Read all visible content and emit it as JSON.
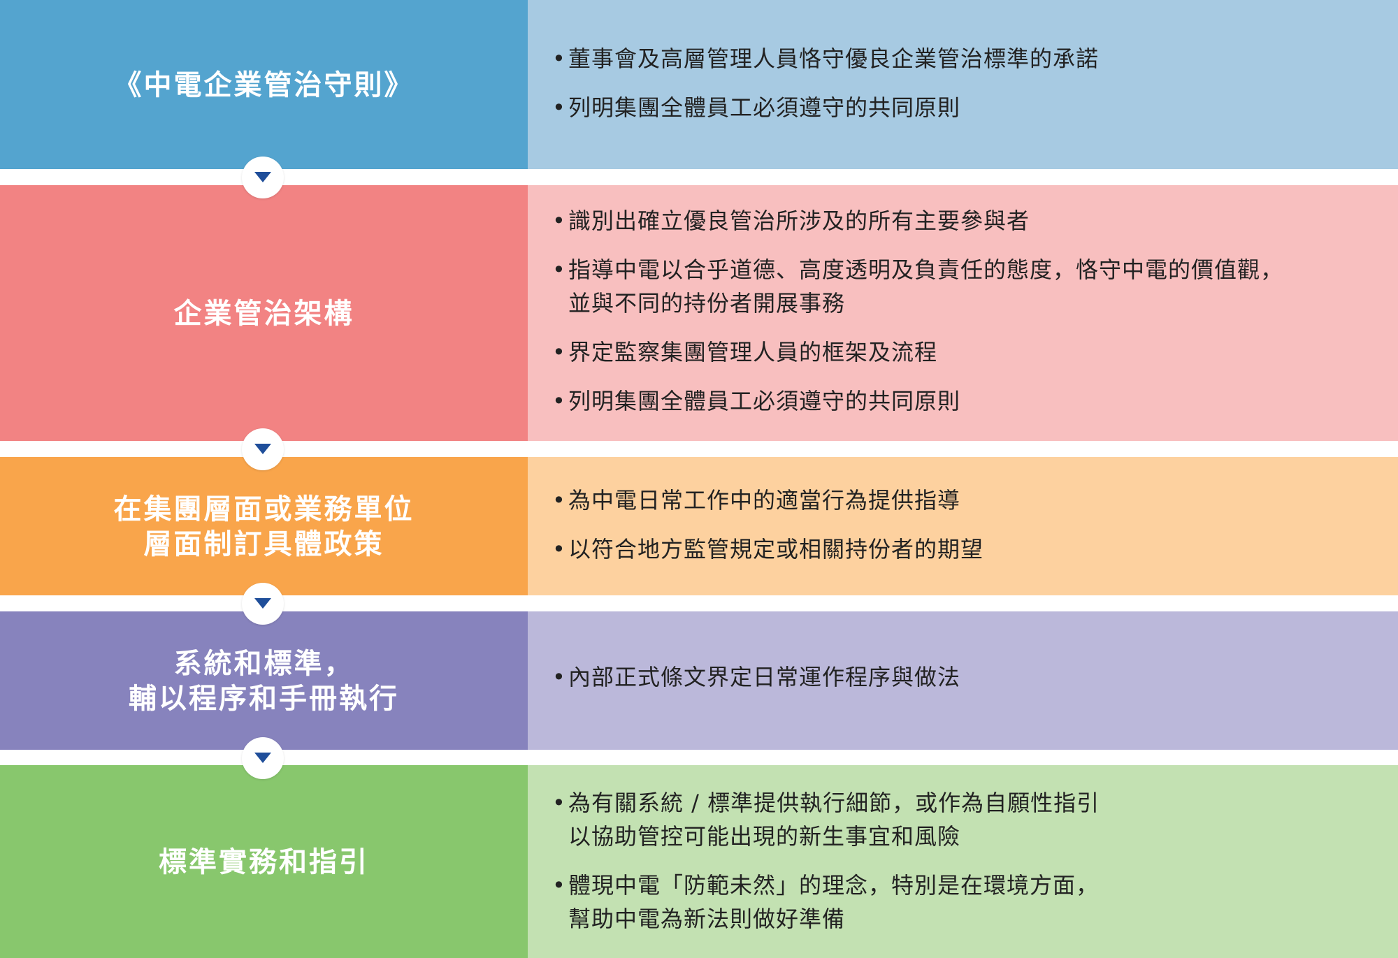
{
  "rows": [
    {
      "title": [
        "《中電企業管治守則》"
      ],
      "left_color": "#54A4CF",
      "right_color": "#A7CAE2",
      "bullets": [
        {
          "dot": "•",
          "lines": [
            "董事會及高層管理人員恪守優良企業管治標準的承諾"
          ]
        },
        {
          "dot": "•",
          "lines": [
            "列明集團全體員工必須遵守的共同原則"
          ]
        }
      ]
    },
    {
      "title": [
        "企業管治架構"
      ],
      "left_color": "#F28383",
      "right_color": "#F8BFBF",
      "bullets": [
        {
          "dot": "•",
          "lines": [
            "識別出確立優良管治所涉及的所有主要參與者"
          ]
        },
        {
          "dot": "•",
          "lines": [
            "指導中電以合乎道德、高度透明及負責任的態度，恪守中電的價值觀，",
            "並與不同的持份者開展事務"
          ]
        },
        {
          "dot": "•",
          "lines": [
            "界定監察集團管理人員的框架及流程"
          ]
        },
        {
          "dot": "•",
          "lines": [
            "列明集團全體員工必須遵守的共同原則"
          ]
        }
      ]
    },
    {
      "title": [
        "在集團層面或業務單位",
        "層面制訂具體政策"
      ],
      "left_color": "#F9A54B",
      "right_color": "#FDD19F",
      "bullets": [
        {
          "dot": "•",
          "lines": [
            "為中電日常工作中的適當行為提供指導"
          ]
        },
        {
          "dot": "•",
          "lines": [
            "以符合地方監管規定或相關持份者的期望"
          ]
        }
      ]
    },
    {
      "title": [
        "系統和標準，",
        "輔以程序和手冊執行"
      ],
      "left_color": "#8783BD",
      "right_color": "#BBB8DA",
      "bullets": [
        {
          "dot": "•",
          "lines": [
            "內部正式條文界定日常運作程序與做法"
          ]
        }
      ]
    },
    {
      "title": [
        "標準實務和指引"
      ],
      "left_color": "#88C76D",
      "right_color": "#C3E1B2",
      "bullets": [
        {
          "dot": "•",
          "lines": [
            "為有關系統 / 標準提供執行細節，或作為自願性指引",
            "以協助管控可能出現的新生事宜和風險"
          ]
        },
        {
          "dot": "•",
          "lines": [
            "體現中電「防範未然」的理念，特別是在環境方面，",
            "幫助中電為新法則做好準備"
          ]
        }
      ]
    }
  ],
  "connector_icon": "chevron-down-icon",
  "connector_color": "#1F4E9A"
}
